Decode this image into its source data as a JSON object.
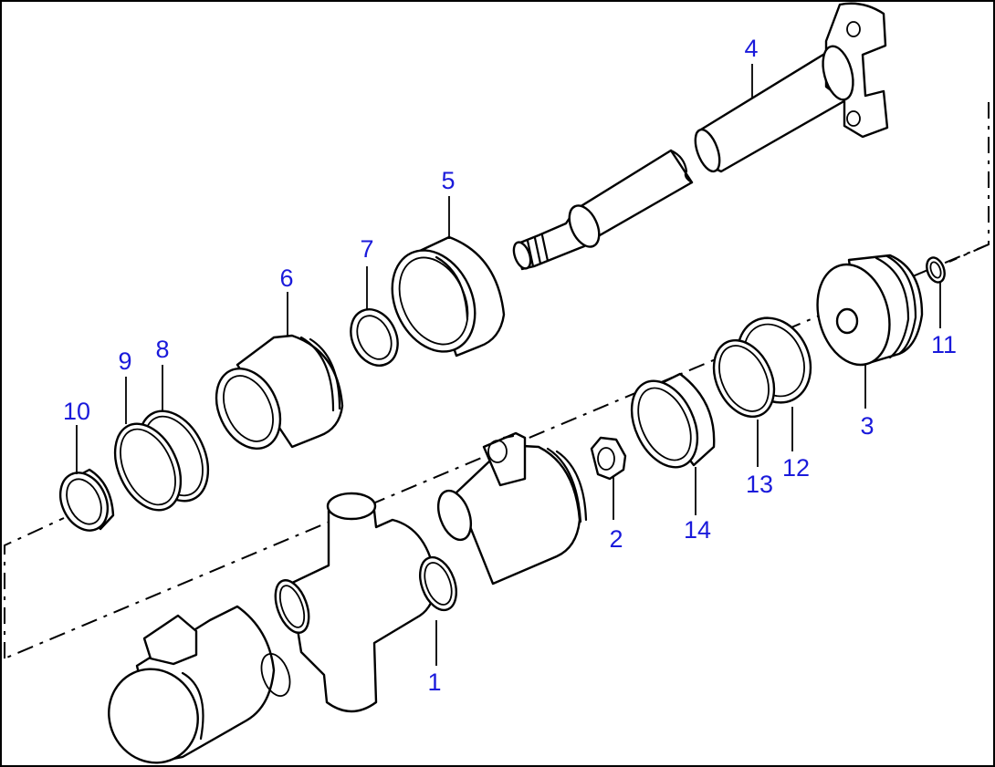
{
  "diagram": {
    "callouts": [
      {
        "id": "1",
        "label": "1"
      },
      {
        "id": "2",
        "label": "2"
      },
      {
        "id": "3",
        "label": "3"
      },
      {
        "id": "4",
        "label": "4"
      },
      {
        "id": "5",
        "label": "5"
      },
      {
        "id": "6",
        "label": "6"
      },
      {
        "id": "7",
        "label": "7"
      },
      {
        "id": "8",
        "label": "8"
      },
      {
        "id": "9",
        "label": "9"
      },
      {
        "id": "10",
        "label": "10"
      },
      {
        "id": "11",
        "label": "11"
      },
      {
        "id": "12",
        "label": "12"
      },
      {
        "id": "13",
        "label": "13"
      },
      {
        "id": "14",
        "label": "14"
      }
    ],
    "colors": {
      "callout": "#1a1adb",
      "line": "#000000",
      "background": "#ffffff"
    }
  }
}
